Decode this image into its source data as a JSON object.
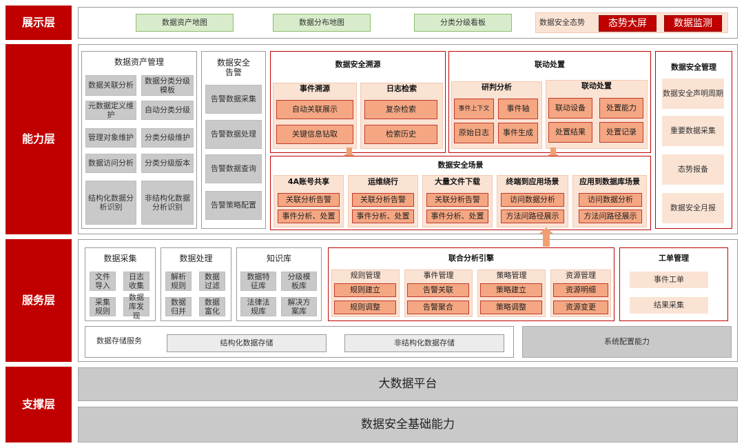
{
  "layers": {
    "display": "展示层",
    "capability": "能力层",
    "service": "服务层",
    "support": "支撑层"
  },
  "display": {
    "asset_map": "数据资产地图",
    "distribution_map": "数据分布地图",
    "grading_board": "分类分级看板",
    "situation_label": "数据安全态势",
    "big_screen": "态势大屏",
    "monitoring": "数据监测"
  },
  "asset_mgmt": {
    "title": "数据资产管理",
    "items": [
      "数据关联分析",
      "数据分类分级模板",
      "元数据定义维护",
      "自动分类分级",
      "管理对象维护",
      "分类分级维护",
      "数据访问分析",
      "分类分级版本",
      "结构化数据分析识别",
      "非结构化数据分析识别"
    ]
  },
  "alarm": {
    "title": "数据安全告警",
    "items": [
      "告警数据采集",
      "告警数据处理",
      "告警数据查询",
      "告警策略配置"
    ]
  },
  "trace": {
    "title": "数据安全溯源",
    "event": {
      "title": "事件溯源",
      "items": [
        "自动关联展示",
        "关键信息钻取"
      ]
    },
    "log": {
      "title": "日志检索",
      "items": [
        "复杂检索",
        "检索历史"
      ]
    }
  },
  "linkage": {
    "title": "联动处置",
    "analysis": {
      "title": "研判分析",
      "items": [
        "事件上下文",
        "事件轴",
        "原始日志",
        "事件生成"
      ]
    },
    "handle": {
      "title": "联动处置",
      "items": [
        "联动设备",
        "处置能力",
        "处置结果",
        "处置记录"
      ]
    }
  },
  "scene": {
    "title": "数据安全场景",
    "groups": [
      {
        "title": "4A账号共享",
        "items": [
          "关联分析告警",
          "事件分析、处置"
        ]
      },
      {
        "title": "运维绕行",
        "items": [
          "关联分析告警",
          "事件分析、处置"
        ]
      },
      {
        "title": "大量文件下载",
        "items": [
          "关联分析告警",
          "事件分析、处置"
        ]
      },
      {
        "title": "终端到应用场景",
        "items": [
          "访问数据分析",
          "方法问路径展示"
        ]
      },
      {
        "title": "应用到数据库场景",
        "items": [
          "访问数据分析",
          "方法问路径展示"
        ]
      }
    ]
  },
  "security_mgmt": {
    "title": "数据安全管理",
    "items": [
      "数据安全声明周期",
      "重要数据采集",
      "态势报备",
      "数据安全月报"
    ]
  },
  "collect": {
    "title": "数据采集",
    "items": [
      "文件导入",
      "日志收集",
      "采集规则",
      "数据库发现"
    ]
  },
  "process": {
    "title": "数据处理",
    "items": [
      "解析规则",
      "数据过滤",
      "数据归并",
      "数据富化"
    ]
  },
  "knowledge": {
    "title": "知识库",
    "items": [
      "数据特征库",
      "分级模板库",
      "法律法规库",
      "解决方案库"
    ]
  },
  "engine": {
    "title": "联合分析引擎",
    "groups": [
      {
        "title": "规则管理",
        "items": [
          "规则建立",
          "规则调整"
        ]
      },
      {
        "title": "事件管理",
        "items": [
          "告警关联",
          "告警聚合"
        ]
      },
      {
        "title": "策略管理",
        "items": [
          "策略建立",
          "策略调整"
        ]
      },
      {
        "title": "资源管理",
        "items": [
          "资源明细",
          "资源变更"
        ]
      }
    ]
  },
  "ticket": {
    "title": "工单管理",
    "items": [
      "事件工单",
      "结果采集"
    ]
  },
  "storage": {
    "label": "数据存储服务",
    "structured": "结构化数据存储",
    "unstructured": "非结构化数据存储",
    "config": "系统配置能力"
  },
  "support": {
    "bigdata": "大数据平台",
    "foundation": "数据安全基础能力"
  },
  "colors": {
    "layer_red": "#c00000",
    "orange_box": "#f4a782",
    "pink_panel": "#fbe3d4",
    "arrow": "#f0a070",
    "gray_box": "#c9c9c9",
    "green_box": "#d8eccb"
  }
}
